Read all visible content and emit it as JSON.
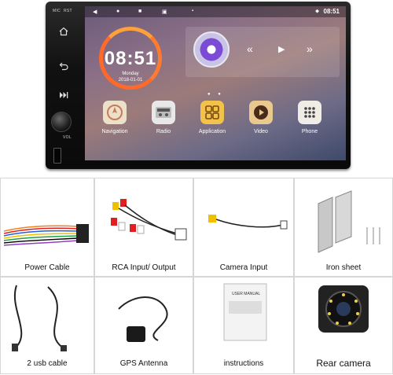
{
  "head_unit": {
    "rail": {
      "mic": "MIC",
      "rst": "RST",
      "vol": "VOL"
    },
    "status_bar": {
      "time": "08:51"
    },
    "clock": {
      "time": "08:51",
      "day": "Monday",
      "date": "2018-01-01"
    },
    "apps": [
      {
        "label": "Navigation",
        "icon": "navigation-icon"
      },
      {
        "label": "Radio",
        "icon": "radio-icon"
      },
      {
        "label": "Application",
        "icon": "application-icon"
      },
      {
        "label": "Video",
        "icon": "video-icon"
      },
      {
        "label": "Phone",
        "icon": "phone-icon"
      }
    ],
    "colors": {
      "clock_ring": "#ff6a2a",
      "disc": "#7b4bd6"
    }
  },
  "accessories": [
    {
      "label": "Power Cable"
    },
    {
      "label": "RCA Input/ Output"
    },
    {
      "label": "Camera Input"
    },
    {
      "label": "Iron sheet"
    },
    {
      "label": "2 usb cable"
    },
    {
      "label": "GPS Antenna"
    },
    {
      "label": "instructions"
    },
    {
      "label": "Rear camera"
    }
  ],
  "manual_heading": "USER MANUAL"
}
